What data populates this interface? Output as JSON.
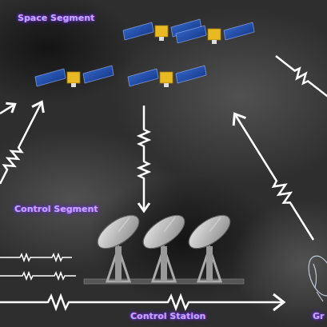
{
  "diagram": {
    "labels": [
      "Space Segment",
      "Control Segment",
      "Control Station",
      "Gr"
    ]
  }
}
